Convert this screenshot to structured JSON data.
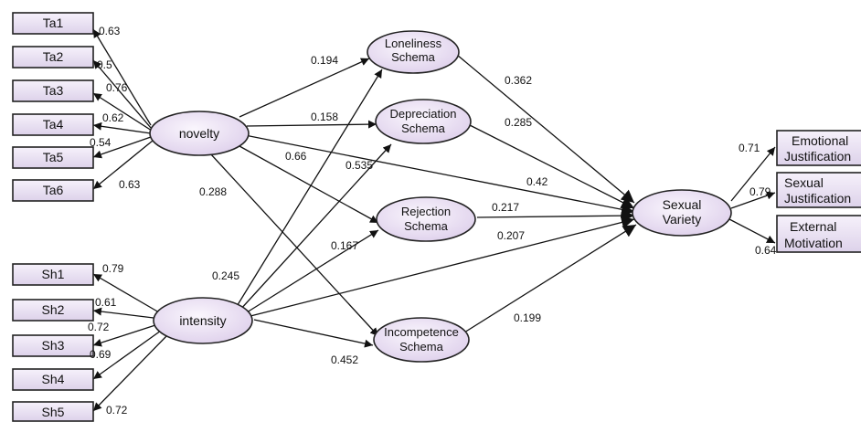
{
  "indicators": {
    "Ta1": "Ta1",
    "Ta2": "Ta2",
    "Ta3": "Ta3",
    "Ta4": "Ta4",
    "Ta5": "Ta5",
    "Ta6": "Ta6",
    "Sh1": "Sh1",
    "Sh2": "Sh2",
    "Sh3": "Sh3",
    "Sh4": "Sh4",
    "Sh5": "Sh5"
  },
  "outcomes": {
    "emotional": [
      "Emotional",
      "Justification"
    ],
    "sexual": [
      "Sexual",
      "Justification"
    ],
    "external": [
      "External",
      "Motivation"
    ]
  },
  "constructs": {
    "novelty": [
      "novelty"
    ],
    "intensity": [
      "intensity"
    ],
    "loneliness": [
      "Loneliness",
      "Schema"
    ],
    "depreciation": [
      "Depreciation",
      "Schema"
    ],
    "rejection": [
      "Rejection",
      "Schema"
    ],
    "incompetence": [
      "Incompetence",
      "Schema"
    ],
    "sexual_variety": [
      "Sexual",
      "Variety"
    ]
  },
  "coefficients": {
    "ta1": "0.63",
    "ta2": "0.5",
    "ta3": "0.76",
    "ta4": "0.62",
    "ta5": "0.54",
    "ta6": "0.63",
    "sh1": "0.79",
    "sh2": "0.61",
    "sh3": "0.72",
    "sh4": "0.69",
    "sh5": "0.72",
    "nov_lon": "0.194",
    "nov_dep": "0.158",
    "nov_rej": "0.66",
    "nov_inc": "0.288",
    "nov_sv": "0.42",
    "int_lon": "0.245",
    "int_dep": "0.535",
    "int_rej": "0.167",
    "int_inc": "0.452",
    "int_sv": "0.207",
    "lon_sv": "0.362",
    "dep_sv": "0.285",
    "rej_sv": "0.217",
    "inc_sv": "0.199",
    "sv_emo": "0.71",
    "sv_sex": "0.79",
    "sv_ext": "0.64"
  },
  "colors": {
    "node_fill_light": "#f6f0fb",
    "node_fill_dark": "#ddd0ea",
    "stroke": "#222222"
  }
}
